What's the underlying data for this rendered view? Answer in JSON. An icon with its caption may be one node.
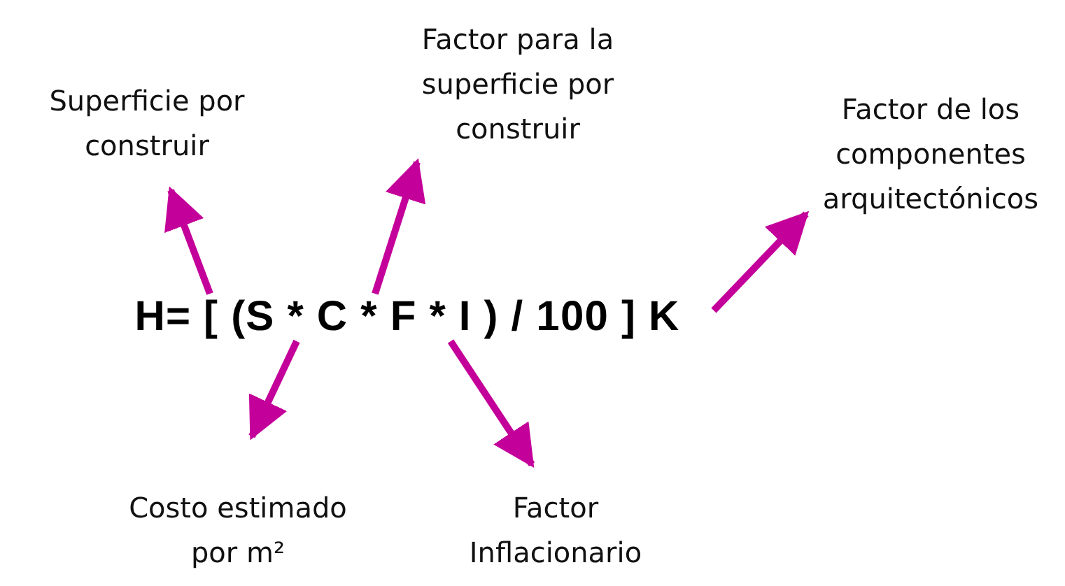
{
  "diagram": {
    "nodes": [
      {
        "text": [
          "Superficie por construir"
        ]
      },
      {
        "text": [
          "Factor para la superficie por construir"
        ]
      },
      {
        "text": [
          "Factor de los componentes arquitectónicos"
        ]
      },
      {
        "text": [
          "H= [ (S * C * F * I ) / 100 ] K"
        ]
      },
      {
        "text": [
          "Costo estimado por m²"
        ]
      },
      {
        "text": [
          "Factor Inflacionario"
        ]
      }
    ],
    "edges": [
      {
        "from": 3,
        "to": 0,
        "arrow": "to"
      },
      {
        "from": 3,
        "to": 1,
        "arrow": "to"
      },
      {
        "from": 3,
        "to": 2,
        "arrow": "to"
      },
      {
        "from": 3,
        "to": 4,
        "arrow": "to"
      },
      {
        "from": 3,
        "to": 5,
        "arrow": "to"
      }
    ]
  }
}
